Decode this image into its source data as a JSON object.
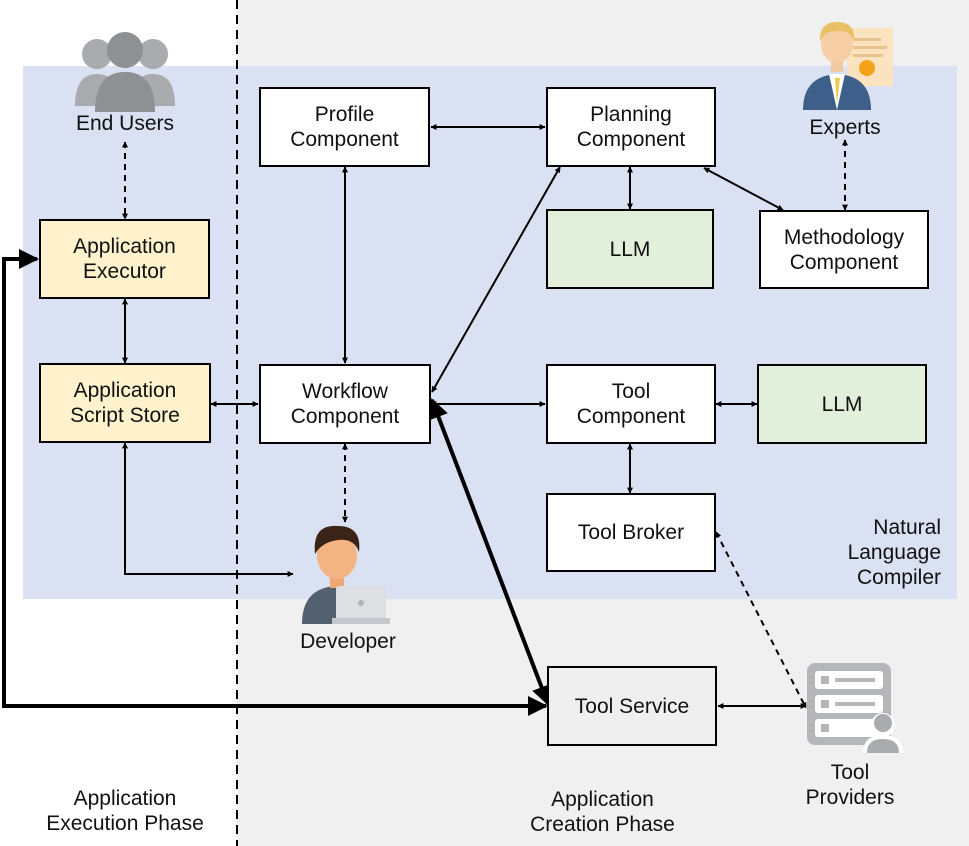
{
  "phases": {
    "execution": "Application\nExecution Phase",
    "creation": "Application\nCreation Phase"
  },
  "compiler_label": "Natural\nLanguage\nCompiler",
  "actors": {
    "end_users": "End Users",
    "experts": "Experts",
    "developer": "Developer",
    "tool_providers": "Tool\nProviders"
  },
  "components": {
    "profile": "Profile\nComponent",
    "planning": "Planning\nComponent",
    "planning_llm": "LLM",
    "methodology": "Methodology\nComponent",
    "app_executor": "Application\nExecutor",
    "script_store": "Application\nScript Store",
    "workflow": "Workflow\nComponent",
    "tool_component": "Tool\nComponent",
    "tool_llm": "LLM",
    "tool_broker": "Tool Broker",
    "tool_service": "Tool Service"
  },
  "icons": {
    "end_users": "users-group-icon",
    "experts": "expert-certificate-icon",
    "developer": "developer-laptop-icon",
    "tool_providers": "server-user-icon"
  },
  "colors": {
    "compiler_region": "#d9e1f2",
    "creation_region": "#f0f0f0",
    "executor_fill": "#fff2cc",
    "llm_fill": "#e2efda"
  }
}
